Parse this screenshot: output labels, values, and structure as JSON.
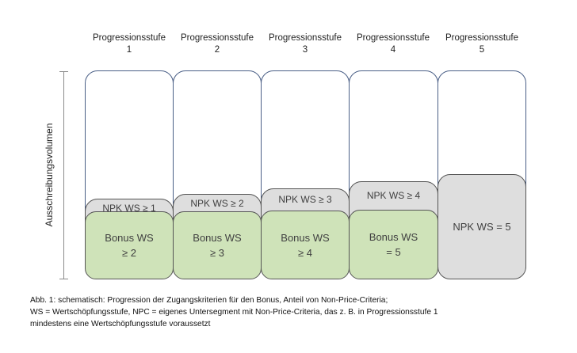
{
  "headers": [
    {
      "title": "Progressionsstufe",
      "num": "1"
    },
    {
      "title": "Progressionsstufe",
      "num": "2"
    },
    {
      "title": "Progressionsstufe",
      "num": "3"
    },
    {
      "title": "Progressionsstufe",
      "num": "4"
    },
    {
      "title": "Progressionsstufe",
      "num": "5"
    }
  ],
  "axis": {
    "label": "Ausschreibungsvolumen"
  },
  "columns": [
    {
      "npk": "NPK WS ≥ 1",
      "bonus_line1": "Bonus WS",
      "bonus_line2": "≥ 2"
    },
    {
      "npk": "NPK WS ≥ 2",
      "bonus_line1": "Bonus WS",
      "bonus_line2": "≥ 3"
    },
    {
      "npk": "NPK WS ≥ 3",
      "bonus_line1": "Bonus WS",
      "bonus_line2": "≥ 4"
    },
    {
      "npk": "NPK WS ≥ 4",
      "bonus_line1": "Bonus WS",
      "bonus_line2": "= 5"
    },
    {
      "npk": "NPK WS = 5"
    }
  ],
  "colors": {
    "outline": "#4a5f86",
    "npk_fill": "#dedede",
    "bonus_fill": "#cfe3b9"
  },
  "caption": {
    "line1": "Abb. 1: schematisch: Progression der Zugangskriterien für den Bonus, Anteil von Non-Price-Criteria;",
    "line2": "WS = Wertschöpfungsstufe, NPC = eigenes Untersegment mit Non-Price-Criteria, das z. B. in Progressionsstufe 1",
    "line3": "mindestens eine Wertschöpfungsstufe voraussetzt"
  }
}
